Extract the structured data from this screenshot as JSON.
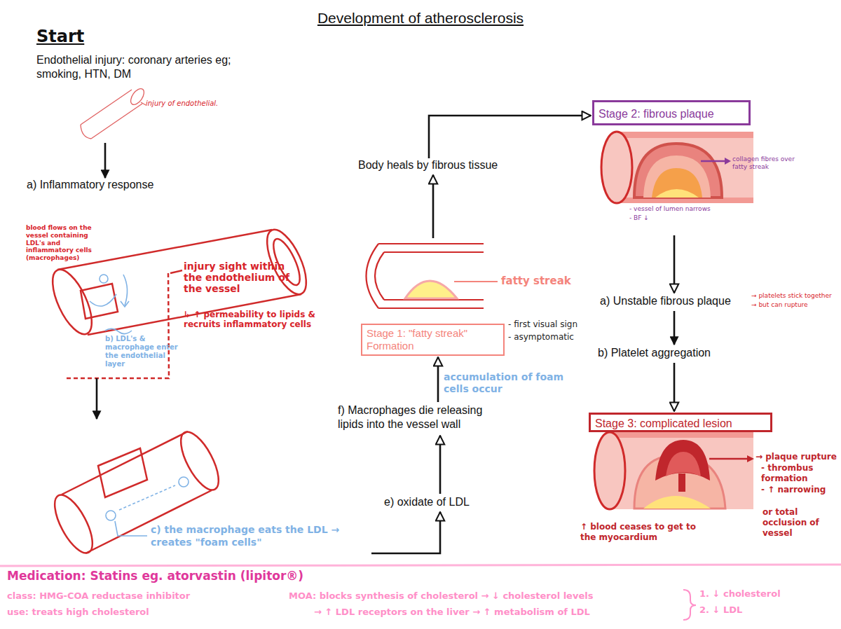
{
  "diagram": {
    "title": "Development of atherosclerosis",
    "nodes": [
      {
        "text": [
          "Start",
          "Endothelial injury: coronary arteries eg; smoking, HTN, DM"
        ]
      },
      {
        "text": [
          "injury of endothelial."
        ]
      },
      {
        "text": [
          "a) Inflammatory response"
        ]
      },
      {
        "text": [
          "blood flows on the vessel containing LDL's and inflammatory cells (macrophages)",
          "injury sight within the endothelium of the vessel",
          "↳ ↑ permeability to lipids & recruits inflammatory cells",
          "b) LDL's & macrophage enter the endothelial layer"
        ]
      },
      {
        "text": [
          "c) the macrophage eats the LDL → creates \"foam cells\""
        ]
      },
      {
        "text": [
          "e) oxidate of LDL"
        ]
      },
      {
        "text": [
          "f) Macrophages die releasing lipids into the vessel wall"
        ]
      },
      {
        "text": [
          "Stage 1: \"fatty streak\" Formation"
        ]
      },
      {
        "text": [
          "Body heals by fibrous tissue"
        ]
      },
      {
        "text": [
          "Stage 2: fibrous plaque"
        ]
      },
      {
        "text": [
          "a) Unstable fibrous plaque"
        ]
      },
      {
        "text": [
          "b) Platelet aggregation"
        ]
      },
      {
        "text": [
          "Stage 3: complicated lesion"
        ]
      }
    ],
    "edges": [
      {
        "from": 1,
        "to": 2,
        "arrow": "to"
      },
      {
        "from": 3,
        "to": 4,
        "arrow": "to"
      },
      {
        "from": 4,
        "to": 5,
        "arrow": "to"
      },
      {
        "from": 5,
        "to": 6,
        "arrow": "to"
      },
      {
        "from": 6,
        "to": 7,
        "label": "accumulation of foam cells occur",
        "arrow": "to"
      },
      {
        "from": 7,
        "to": 8,
        "arrow": "to"
      },
      {
        "from": 8,
        "to": 9,
        "arrow": "to"
      },
      {
        "from": 9,
        "to": 10,
        "arrow": "to"
      },
      {
        "from": 10,
        "to": 11,
        "arrow": "to"
      },
      {
        "from": 11,
        "to": 12,
        "arrow": "to"
      }
    ],
    "labels": [
      "fatty streak",
      "- first visual sign",
      "- asymptomatic",
      "collagen fibres over fatty streak",
      "- vessel of lumen narrows",
      "- BF ↓",
      "→ platelets stick together",
      "→ but can rupture",
      "→ plaque rupture",
      "- thrombus formation",
      "- ↑ narrowing",
      "or total occlusion of vessel",
      "↑ blood ceases to get to the myocardium",
      "Medication: Statins eg. atorvastin (lipitor®)",
      "class: HMG-COA reductase inhibitor",
      "use: treats high cholesterol",
      "MOA: blocks synthesis of cholesterol → ↓ cholesterol levels",
      "→ ↑ LDL receptors on the liver → ↑ metabolism of LDL",
      "1. ↓ cholesterol",
      "2. ↓ LDL"
    ]
  }
}
